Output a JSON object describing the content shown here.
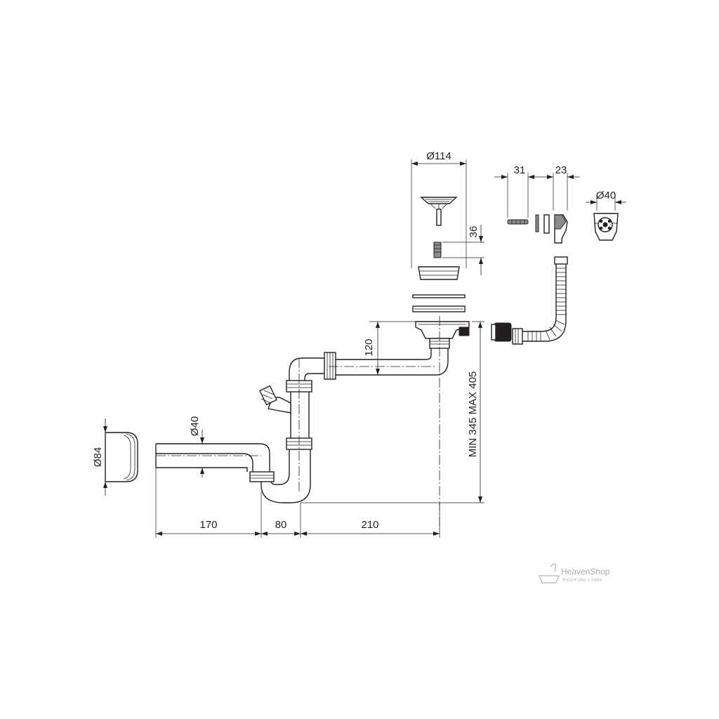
{
  "dimensions": {
    "strainer_diameter": "Ø114",
    "strainer_height": "36",
    "pin_width": "31",
    "cap_width": "23",
    "connector_diameter": "Ø40",
    "inlet_height": "120",
    "siphon_height": "MIN 345 MAX 405",
    "pipe_diameter": "Ø40",
    "rosette_diameter": "Ø84",
    "length_a": "170",
    "length_b": "80",
    "length_c": "210"
  },
  "watermark": {
    "brand": "HeavenShop",
    "tagline": "lepsze ako v nebe"
  }
}
